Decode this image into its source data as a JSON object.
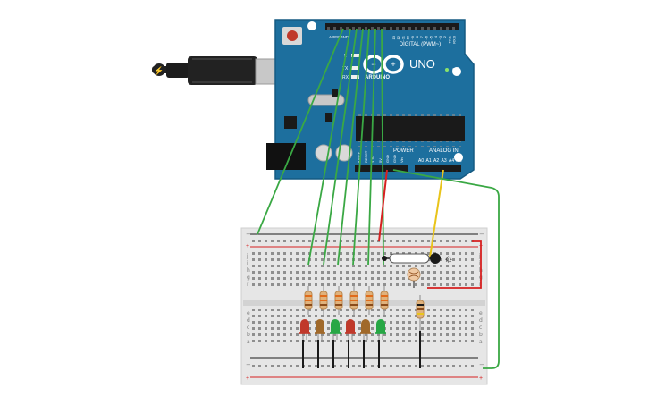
{
  "board": {
    "brand": "UNO",
    "sub_brand": "ARDUINO",
    "digital_header": "DIGITAL (PWM~)",
    "analog_header": "ANALOG IN",
    "power_header": "POWER",
    "aref_label": "AREF",
    "gnd_label": "GND",
    "on_label": "ON",
    "led_labels": [
      "L",
      "TX",
      "RX"
    ],
    "power_pins": [
      "IOREF",
      "RESET",
      "3.3V",
      "5V",
      "GND",
      "GND",
      "Vin"
    ],
    "analog_pins": [
      "A0",
      "A1",
      "A2",
      "A3",
      "A4",
      "A5"
    ],
    "digital_pins": [
      "13",
      "12",
      "~11",
      "~10",
      "~9",
      "8",
      "7",
      "~6",
      "~5",
      "4",
      "~3",
      "2",
      "TX 1",
      "RX 0"
    ]
  },
  "breadboard": {
    "row_letters_top": [
      "j",
      "i",
      "h",
      "g",
      "f"
    ],
    "row_letters_bottom": [
      "e",
      "d",
      "c",
      "b",
      "a"
    ],
    "rail_plus": "+",
    "rail_minus": "−"
  },
  "components": {
    "led_colors": [
      "#c0392b",
      "#a0692a",
      "#27a745",
      "#c0392b",
      "#a0692a",
      "#27a745"
    ],
    "wire_colors": {
      "signal": "#3aa844",
      "power": "#d62020",
      "sensor": "#e9c41a",
      "ground": "#1a1a1a"
    }
  }
}
